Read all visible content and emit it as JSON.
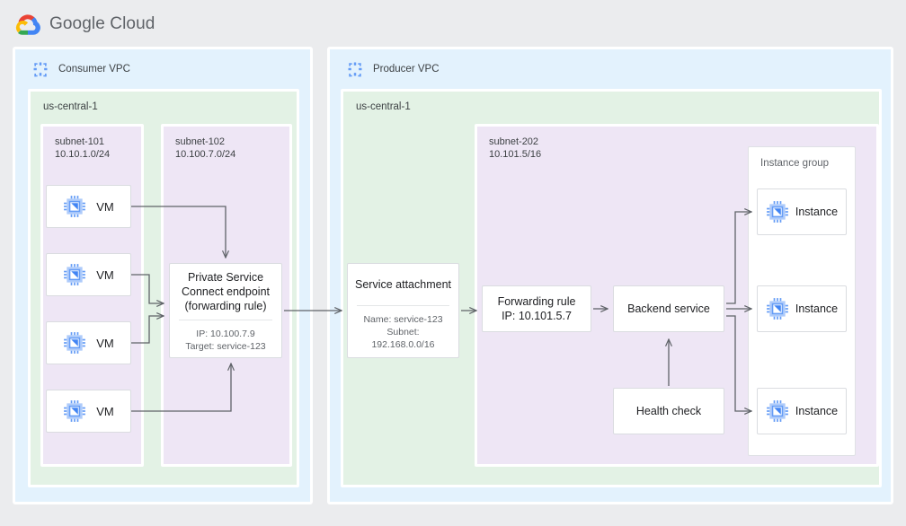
{
  "header": {
    "brand_primary": "Google",
    "brand_secondary": "Cloud",
    "logo_icon": "google-cloud-logo-icon"
  },
  "colors": {
    "page_background": "#ebecee",
    "vpc_fill": "#e3f2fd",
    "region_fill": "#e3f2e5",
    "subnet_fill": "#eee6f5",
    "node_fill": "#ffffff",
    "node_border": "#dadce0",
    "connector": "#5f6368",
    "icon_blue": "#669df6",
    "text_primary": "#202124",
    "text_secondary": "#5f6368"
  },
  "consumer_vpc": {
    "label": "Consumer VPC",
    "icon": "vpc-network-icon",
    "region": {
      "label": "us-central-1"
    },
    "subnets": [
      {
        "name": "subnet-101",
        "cidr": "10.10.1.0/24"
      },
      {
        "name": "subnet-102",
        "cidr": "10.100.7.0/24"
      }
    ],
    "vms": [
      {
        "label": "VM",
        "icon": "vm-chip-icon"
      },
      {
        "label": "VM",
        "icon": "vm-chip-icon"
      },
      {
        "label": "VM",
        "icon": "vm-chip-icon"
      },
      {
        "label": "VM",
        "icon": "vm-chip-icon"
      }
    ],
    "psc_endpoint": {
      "title": "Private Service\nConnect endpoint\n(forwarding rule)",
      "details": "IP: 10.100.7.9\nTarget: service-123"
    }
  },
  "producer_vpc": {
    "label": "Producer VPC",
    "icon": "vpc-network-icon",
    "region": {
      "label": "us-central-1"
    },
    "subnet": {
      "name": "subnet-202",
      "cidr": "10.101.5/16"
    },
    "service_attachment": {
      "title": "Service attachment",
      "details": "Name: service-123\nSubnet:\n192.168.0.0/16"
    },
    "forwarding_rule": {
      "title": "Forwarding rule\nIP: 10.101.5.7"
    },
    "backend_service": {
      "title": "Backend service"
    },
    "health_check": {
      "title": "Health check"
    },
    "instance_group": {
      "label": "Instance group",
      "instances": [
        {
          "label": "Instance",
          "icon": "vm-chip-icon"
        },
        {
          "label": "Instance",
          "icon": "vm-chip-icon"
        },
        {
          "label": "Instance",
          "icon": "vm-chip-icon"
        }
      ]
    }
  }
}
